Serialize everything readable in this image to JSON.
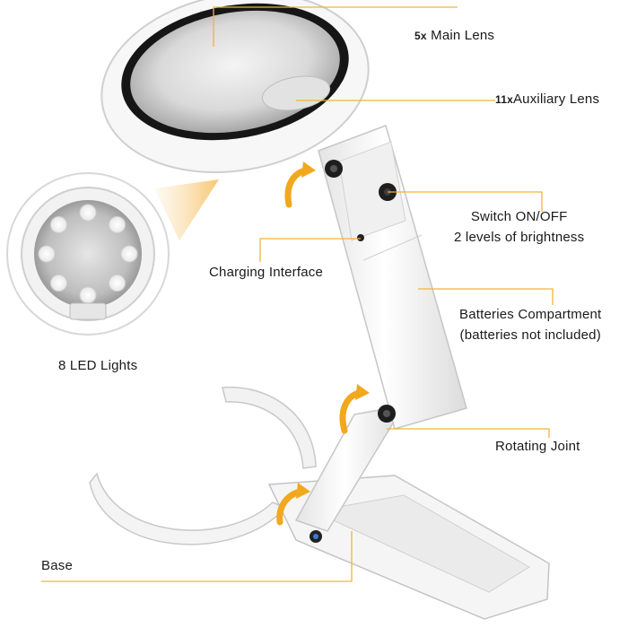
{
  "callouts": {
    "main_lens": {
      "mag": "5x",
      "label": "Main Lens"
    },
    "aux_lens": {
      "mag": "11x",
      "label": "Auxiliary Lens"
    },
    "switch": {
      "line1": "Switch ON/OFF",
      "line2": "2 levels of brightness"
    },
    "charging": {
      "label": "Charging Interface"
    },
    "batteries": {
      "line1": "Batteries Compartment",
      "line2": "(batteries not included)"
    },
    "led": {
      "label": "8 LED Lights"
    },
    "joint": {
      "label": "Rotating Joint"
    },
    "base": {
      "label": "Base"
    }
  },
  "colors": {
    "leader_line": "#f0b43c",
    "arrow": "#f2a81d",
    "body": "#f6f6f6",
    "body_edge": "#cfcfcf",
    "lens_rim": "#161616",
    "led_glow": "#ffffff"
  }
}
